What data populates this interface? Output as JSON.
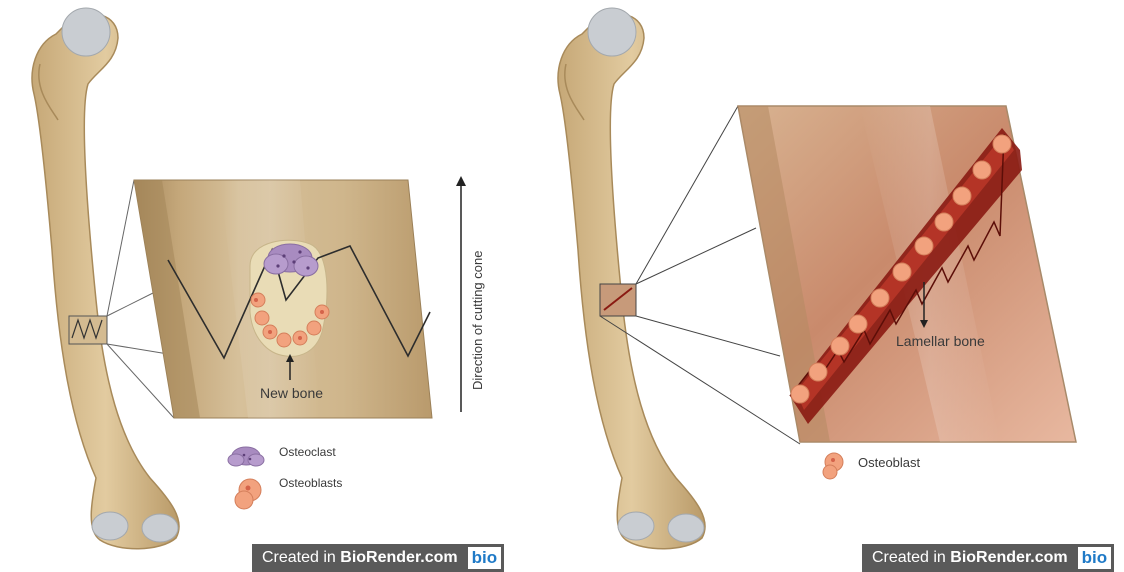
{
  "left_panel": {
    "new_bone_label": "New bone",
    "direction_label": "Direction of cutting cone",
    "legend": [
      {
        "icon": "osteoclast-icon",
        "label": "Osteoclast"
      },
      {
        "icon": "osteoblast-icon",
        "label": "Osteoblasts"
      }
    ]
  },
  "right_panel": {
    "lamellar_label": "Lamellar bone",
    "legend": [
      {
        "icon": "osteoblast-icon",
        "label": "Osteoblast"
      }
    ]
  },
  "watermark": {
    "prefix": "Created in ",
    "brand": "BioRender.com",
    "logo": "bio"
  },
  "colors": {
    "bone": "#d9bf92",
    "bone_dark": "#a88a5a",
    "bone_head": "#c9cdd2",
    "osteoclast": "#a88bc0",
    "osteoblast": "#f2a27e",
    "lamellar_red": "#8a1a12",
    "badge": "#5a5a5a",
    "bio_blue": "#1f7ac7"
  }
}
